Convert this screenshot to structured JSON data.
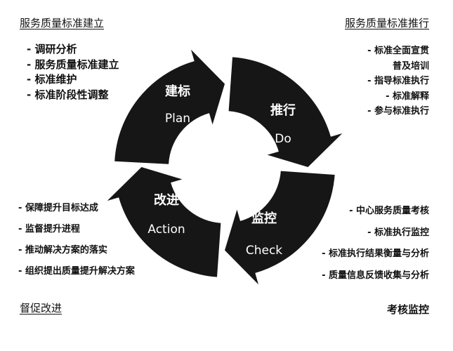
{
  "top_left": {
    "title": "服务质量标准建立",
    "items": [
      "- 调研分析",
      "- 服务质量标准建立",
      "- 标准维护",
      "- 标准阶段性调整"
    ]
  },
  "top_right": {
    "title": "服务质量标准推行",
    "items": [
      "- 标准全面宣贯",
      "普及培训",
      "- 指导标准执行",
      "- 标准解释",
      "- 参与标准执行"
    ]
  },
  "bottom_left": {
    "items": [
      "- 保障提升目标达成",
      "- 监督提升进程",
      "- 推动解决方案的落实",
      "- 组织提出质量提升解决方案"
    ],
    "title": "督促改进"
  },
  "bottom_right": {
    "items": [
      "- 中心服务质量考核",
      "- 标准执行监控",
      "- 标准执行结果衡量与分析",
      "- 质量信息反馈收集与分析"
    ],
    "title": "考核监控"
  },
  "cycle": {
    "plan": {
      "cn": "建标",
      "en": "Plan"
    },
    "do": {
      "cn": "推行",
      "en": "Do"
    },
    "check": {
      "cn": "监控",
      "en": "Check"
    },
    "action": {
      "cn": "改进",
      "en": "Action"
    }
  },
  "colors": {
    "arrow": "#161616",
    "text": "#111111",
    "background": "#ffffff"
  }
}
